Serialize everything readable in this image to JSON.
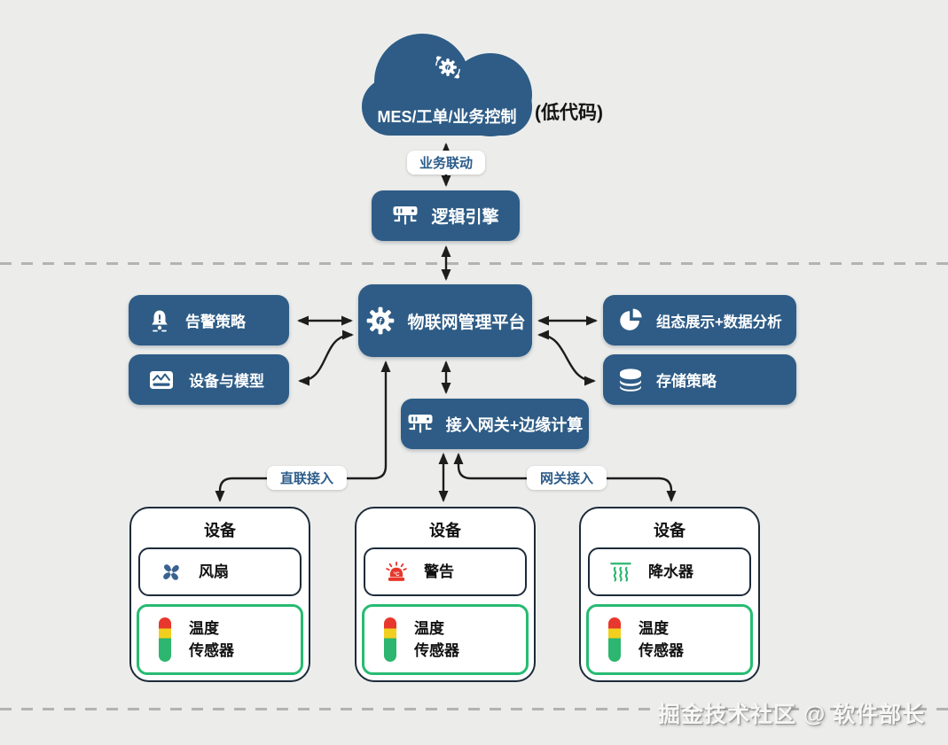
{
  "colors": {
    "background": "#ecedeb",
    "node_blue": "#2e5c86",
    "device_border": "#1d2b3a",
    "sensor_green": "#27bb72",
    "arrow": "#1d1d1d",
    "pill_text": "#2c5c8a",
    "level_red": "#e8372c",
    "level_yellow": "#f2cf1f",
    "level_green": "#2cb66f"
  },
  "cloud": {
    "icon": "gear-sync-icon",
    "label": "MES/工单/业务控制",
    "note": "(低代码)"
  },
  "connectors": {
    "business_label": "业务联动",
    "direct_label": "直联接入",
    "gateway_label": "网关接入"
  },
  "nodes": {
    "logic_engine": {
      "icon": "switch-hub-icon",
      "label": "逻辑引擎"
    },
    "platform": {
      "icon": "gear-icon",
      "label": "物联网管理平台"
    },
    "alert_policy": {
      "icon": "alert-bell-icon",
      "label": "告警策略"
    },
    "device_model": {
      "icon": "device-model-icon",
      "label": "设备与模型"
    },
    "scada_analytics": {
      "icon": "pie-chart-icon",
      "label": "组态展示+数据分析"
    },
    "storage_policy": {
      "icon": "database-icon",
      "label": "存储策略"
    },
    "gateway": {
      "icon": "switch-hub-icon",
      "label": "接入网关+边缘计算"
    }
  },
  "devices": [
    {
      "title": "设备",
      "item": {
        "icon": "fan-icon",
        "label": "风扇"
      },
      "sensor": {
        "icon": "level-bar-icon",
        "line1": "温度",
        "line2": "传感器"
      }
    },
    {
      "title": "设备",
      "item": {
        "icon": "siren-icon",
        "icon_text": "°C",
        "label": "警告"
      },
      "sensor": {
        "icon": "level-bar-icon",
        "line1": "温度",
        "line2": "传感器"
      }
    },
    {
      "title": "设备",
      "item": {
        "icon": "steam-icon",
        "label": "降水器"
      },
      "sensor": {
        "icon": "level-bar-icon",
        "line1": "温度",
        "line2": "传感器"
      }
    }
  ],
  "watermark": "掘金技术社区 @ 软件部长"
}
